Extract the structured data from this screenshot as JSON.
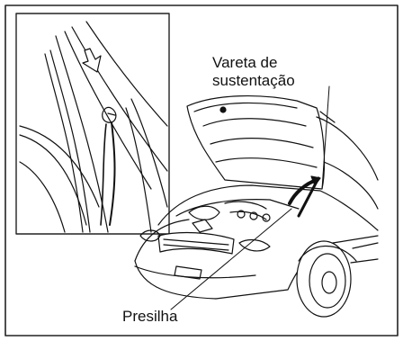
{
  "labels": {
    "support_rod_line1": "Vareta de",
    "support_rod_line2": "sustentação",
    "clip": "Presilha"
  },
  "colors": {
    "ink": "#111111",
    "paper": "#ffffff",
    "frame": "#222222"
  },
  "icons": {
    "direction_arrow": "down-arrow-icon"
  }
}
